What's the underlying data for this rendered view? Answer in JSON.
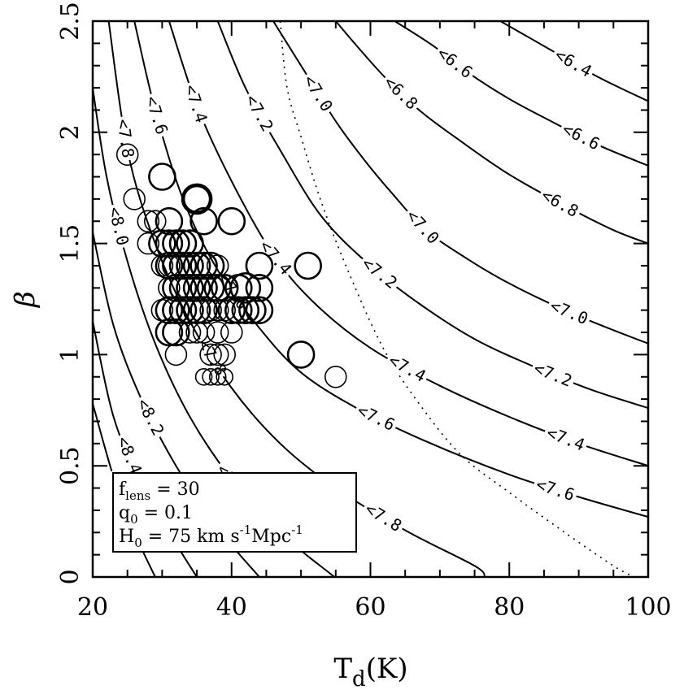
{
  "chart_data": {
    "type": "scatter",
    "xlabel": {
      "main": "T",
      "sub": "d",
      "unit": "(K)"
    },
    "ylabel": "β",
    "xlim": [
      20,
      100
    ],
    "ylim": [
      0,
      2.5
    ],
    "x_ticks": [
      "20",
      "40",
      "60",
      "80",
      "100"
    ],
    "y_ticks": [
      "0",
      "0.5",
      "1",
      "1.5",
      "2",
      "2.5"
    ],
    "grid": false,
    "contours": [
      {
        "level": "6.4",
        "points": [
          [
            78.7,
            2.5
          ],
          [
            86,
            2.37
          ],
          [
            92.7,
            2.25
          ],
          [
            100,
            2.14
          ]
        ],
        "labels": [
          "<6.4"
        ]
      },
      {
        "level": "6.6",
        "points": [
          [
            63.5,
            2.5
          ],
          [
            69,
            2.39
          ],
          [
            74,
            2.27
          ],
          [
            80,
            2.15
          ],
          [
            86,
            2.05
          ],
          [
            93,
            1.94
          ],
          [
            100,
            1.85
          ]
        ],
        "labels": [
          "<6.6",
          "<6.6"
        ]
      },
      {
        "level": "6.8",
        "points": [
          [
            55,
            2.5
          ],
          [
            58,
            2.39
          ],
          [
            62,
            2.25
          ],
          [
            67,
            2.1
          ],
          [
            73,
            1.96
          ],
          [
            80,
            1.81
          ],
          [
            88,
            1.67
          ],
          [
            95,
            1.56
          ],
          [
            100,
            1.5
          ]
        ],
        "labels": [
          "<6.8",
          "<6.8"
        ]
      },
      {
        "level": "7.0",
        "points": [
          [
            46,
            2.5
          ],
          [
            50,
            2.3
          ],
          [
            55,
            2.05
          ],
          [
            59,
            1.88
          ],
          [
            63,
            1.73
          ],
          [
            68,
            1.56
          ],
          [
            74,
            1.43
          ],
          [
            80,
            1.32
          ],
          [
            88,
            1.2
          ],
          [
            95,
            1.11
          ],
          [
            100,
            1.05
          ]
        ],
        "labels": [
          "<7.0",
          "<7.0",
          "<7.0"
        ]
      },
      {
        "level": "7.2",
        "points": [
          [
            38,
            2.5
          ],
          [
            42,
            2.2
          ],
          [
            47,
            1.92
          ],
          [
            53,
            1.62
          ],
          [
            60,
            1.4
          ],
          [
            67,
            1.23
          ],
          [
            75,
            1.07
          ],
          [
            84,
            0.94
          ],
          [
            92,
            0.84
          ],
          [
            100,
            0.76
          ]
        ],
        "labels": [
          "<7.2",
          "<7.2",
          "<7.2"
        ]
      },
      {
        "level": "7.4",
        "points": [
          [
            31,
            2.5
          ],
          [
            35,
            2.12
          ],
          [
            40,
            1.78
          ],
          [
            46,
            1.45
          ],
          [
            52,
            1.23
          ],
          [
            60,
            1.03
          ],
          [
            70,
            0.86
          ],
          [
            80,
            0.72
          ],
          [
            90,
            0.6
          ],
          [
            100,
            0.5
          ]
        ],
        "labels": [
          "<7.4",
          "<7.4",
          "<7.4",
          "<7.4"
        ]
      },
      {
        "level": "7.6",
        "points": [
          [
            26,
            2.5
          ],
          [
            29,
            2.1
          ],
          [
            33,
            1.7
          ],
          [
            38,
            1.38
          ],
          [
            44,
            1.12
          ],
          [
            50,
            0.92
          ],
          [
            58,
            0.76
          ],
          [
            68,
            0.61
          ],
          [
            80,
            0.46
          ],
          [
            90,
            0.36
          ],
          [
            100,
            0.27
          ]
        ],
        "labels": [
          "<7.6",
          "<7.6",
          "<7.6",
          "<7.6"
        ]
      },
      {
        "level": "7.8",
        "points": [
          [
            22.3,
            2.5
          ],
          [
            25,
            1.92
          ],
          [
            29,
            1.5
          ],
          [
            34,
            1.15
          ],
          [
            40,
            0.85
          ],
          [
            47,
            0.6
          ],
          [
            55,
            0.4
          ],
          [
            65,
            0.21
          ],
          [
            75,
            0.05
          ],
          [
            76.5,
            0
          ]
        ],
        "labels": [
          "<7.8",
          "<7.8",
          "<7.8"
        ]
      },
      {
        "level": "8.0",
        "points": [
          [
            20,
            2.2
          ],
          [
            22,
            1.8
          ],
          [
            25,
            1.42
          ],
          [
            29,
            1.05
          ],
          [
            34,
            0.72
          ],
          [
            40,
            0.44
          ],
          [
            47,
            0.2
          ],
          [
            54,
            0.02
          ],
          [
            55,
            0
          ]
        ],
        "labels": [
          "<8.0",
          "<8.0"
        ]
      },
      {
        "level": "8.2",
        "points": [
          [
            20,
            1.55
          ],
          [
            23,
            1.13
          ],
          [
            27,
            0.8
          ],
          [
            32,
            0.5
          ],
          [
            38,
            0.22
          ],
          [
            44,
            0
          ]
        ],
        "labels": [
          "<8.2"
        ]
      },
      {
        "level": "8.4",
        "points": [
          [
            20,
            1.15
          ],
          [
            23,
            0.72
          ],
          [
            27,
            0.42
          ],
          [
            32,
            0.15
          ],
          [
            35,
            0
          ]
        ],
        "labels": [
          "<8.4"
        ]
      },
      {
        "level": "8.6",
        "points": [
          [
            20,
            0.78
          ],
          [
            23,
            0.45
          ],
          [
            26,
            0.2
          ],
          [
            29,
            0
          ]
        ],
        "labels": [
          "<8"
        ]
      }
    ],
    "dotted_curve": [
      [
        47,
        2.5
      ],
      [
        48,
        2.2
      ],
      [
        50,
        1.98
      ],
      [
        53,
        1.68
      ],
      [
        57,
        1.36
      ],
      [
        62,
        1.02
      ],
      [
        67,
        0.78
      ],
      [
        73,
        0.55
      ],
      [
        80,
        0.38
      ],
      [
        88,
        0.2
      ],
      [
        95,
        0.05
      ],
      [
        98,
        0
      ]
    ],
    "points": [
      {
        "x": 25,
        "y": 1.9,
        "s": 1
      },
      {
        "x": 26,
        "y": 1.7,
        "s": 1
      },
      {
        "x": 28,
        "y": 1.6,
        "s": 1
      },
      {
        "x": 28,
        "y": 1.5,
        "s": 1
      },
      {
        "x": 29,
        "y": 1.6,
        "s": 1
      },
      {
        "x": 30,
        "y": 1.8,
        "s": 2
      },
      {
        "x": 31,
        "y": 1.6,
        "s": 2
      },
      {
        "x": 30,
        "y": 1.5,
        "s": 2
      },
      {
        "x": 31,
        "y": 1.5,
        "s": 2
      },
      {
        "x": 32,
        "y": 1.5,
        "s": 2
      },
      {
        "x": 33,
        "y": 1.5,
        "s": 2
      },
      {
        "x": 34,
        "y": 1.5,
        "s": 2
      },
      {
        "x": 30,
        "y": 1.4,
        "s": 1
      },
      {
        "x": 31,
        "y": 1.4,
        "s": 1
      },
      {
        "x": 31,
        "y": 1.4,
        "s": 2
      },
      {
        "x": 32,
        "y": 1.4,
        "s": 2
      },
      {
        "x": 33,
        "y": 1.4,
        "s": 2
      },
      {
        "x": 34,
        "y": 1.4,
        "s": 2
      },
      {
        "x": 35,
        "y": 1.4,
        "s": 2
      },
      {
        "x": 36,
        "y": 1.4,
        "s": 2
      },
      {
        "x": 37,
        "y": 1.4,
        "s": 2
      },
      {
        "x": 38,
        "y": 1.4,
        "s": 1
      },
      {
        "x": 35,
        "y": 1.7,
        "s": 2
      },
      {
        "x": 36,
        "y": 1.6,
        "s": 2
      },
      {
        "x": 40,
        "y": 1.6,
        "s": 2
      },
      {
        "x": 35,
        "y": 1.7,
        "s": 3
      },
      {
        "x": 31,
        "y": 1.3,
        "s": 1
      },
      {
        "x": 32,
        "y": 1.3,
        "s": 2
      },
      {
        "x": 33,
        "y": 1.3,
        "s": 2
      },
      {
        "x": 34,
        "y": 1.3,
        "s": 2
      },
      {
        "x": 35,
        "y": 1.3,
        "s": 2
      },
      {
        "x": 36,
        "y": 1.3,
        "s": 2
      },
      {
        "x": 37,
        "y": 1.3,
        "s": 2
      },
      {
        "x": 38,
        "y": 1.3,
        "s": 2
      },
      {
        "x": 39,
        "y": 1.3,
        "s": 2
      },
      {
        "x": 41,
        "y": 1.3,
        "s": 2
      },
      {
        "x": 42,
        "y": 1.3,
        "s": 3
      },
      {
        "x": 44,
        "y": 1.4,
        "s": 2
      },
      {
        "x": 44,
        "y": 1.3,
        "s": 2
      },
      {
        "x": 30,
        "y": 1.2,
        "s": 1
      },
      {
        "x": 31,
        "y": 1.2,
        "s": 2
      },
      {
        "x": 32,
        "y": 1.2,
        "s": 2
      },
      {
        "x": 33,
        "y": 1.2,
        "s": 2
      },
      {
        "x": 34,
        "y": 1.2,
        "s": 2
      },
      {
        "x": 35,
        "y": 1.2,
        "s": 2
      },
      {
        "x": 36,
        "y": 1.2,
        "s": 2
      },
      {
        "x": 37,
        "y": 1.2,
        "s": 1
      },
      {
        "x": 38,
        "y": 1.2,
        "s": 1
      },
      {
        "x": 39,
        "y": 1.2,
        "s": 1
      },
      {
        "x": 40,
        "y": 1.2,
        "s": 2
      },
      {
        "x": 41,
        "y": 1.2,
        "s": 2
      },
      {
        "x": 42,
        "y": 1.2,
        "s": 2
      },
      {
        "x": 43,
        "y": 1.2,
        "s": 2
      },
      {
        "x": 44,
        "y": 1.2,
        "s": 2
      },
      {
        "x": 31,
        "y": 1.1,
        "s": 2
      },
      {
        "x": 32,
        "y": 1.1,
        "s": 2
      },
      {
        "x": 34,
        "y": 1.1,
        "s": 1
      },
      {
        "x": 35,
        "y": 1.1,
        "s": 1
      },
      {
        "x": 36,
        "y": 1.1,
        "s": 1
      },
      {
        "x": 38,
        "y": 1.1,
        "s": 1
      },
      {
        "x": 40,
        "y": 1.1,
        "s": 1
      },
      {
        "x": 32,
        "y": 1,
        "s": 1
      },
      {
        "x": 37,
        "y": 1,
        "s": 1
      },
      {
        "x": 38,
        "y": 1,
        "s": 1
      },
      {
        "x": 39,
        "y": 1,
        "s": 1
      },
      {
        "x": 36,
        "y": 0.9,
        "s": 0
      },
      {
        "x": 37,
        "y": 0.9,
        "s": 0
      },
      {
        "x": 38,
        "y": 0.9,
        "s": 0
      },
      {
        "x": 39,
        "y": 0.9,
        "s": 0
      },
      {
        "x": 51,
        "y": 1.4,
        "s": 2
      },
      {
        "x": 50,
        "y": 1,
        "s": 2
      },
      {
        "x": 55,
        "y": 0.9,
        "s": 1
      }
    ]
  },
  "legend": {
    "f_lens": {
      "main": "f",
      "sub": "lens",
      "value": " = 30"
    },
    "q0": {
      "main": "q",
      "sub": "0",
      "value": " = 0.1"
    },
    "H0": {
      "main": "H",
      "sub": "0",
      "value": " = 75 km s",
      "sup1": "-1",
      "mid": "Mpc",
      "sup2": "-1"
    }
  },
  "style": {
    "line": "#000000",
    "background": "#ffffff"
  }
}
